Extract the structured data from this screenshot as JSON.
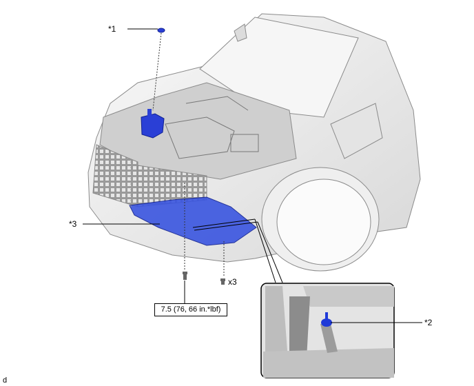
{
  "callouts": {
    "part1": "*1",
    "part2": "*2",
    "part3": "*3"
  },
  "torque_spec": "7.5 (76, 66 in.*lbf)",
  "clip_quantity": "x3",
  "figure_code": "d",
  "colors": {
    "highlight_part": "#2a3fd6",
    "line": "#000000",
    "car_body": "#f2f2f2",
    "car_outline": "#8a8a8a"
  }
}
